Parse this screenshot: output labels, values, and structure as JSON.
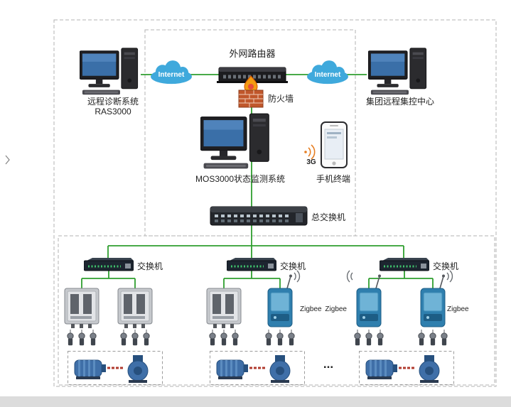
{
  "diagram": {
    "title": "外网路由器",
    "internet_left": "Internet",
    "internet_right": "Internet",
    "left_pc": {
      "line1": "远程诊断系统",
      "line2": "RAS3000"
    },
    "right_pc": {
      "label": "集团远程集控中心"
    },
    "firewall": {
      "label": "防火墙"
    },
    "mos": {
      "label": "MOS3000状态监测系统"
    },
    "signal_3g": {
      "label": "3G"
    },
    "phone": {
      "label": "手机终端"
    },
    "main_switch": {
      "label": "总交换机"
    },
    "switches": [
      {
        "label": "交换机"
      },
      {
        "label": "交换机"
      },
      {
        "label": "交换机"
      }
    ],
    "zigbee": [
      {
        "label": "Zigbee"
      },
      {
        "label": "Zigbee"
      },
      {
        "label": "Zigbee"
      }
    ],
    "ellipsis": "..."
  },
  "colors": {
    "line_green": "#2f9e2f",
    "cloud_blue": "#3fa9dc",
    "zigbee_blue": "#2f7fae",
    "brick_orange": "#c0572b",
    "flame_orange": "#f39c12",
    "machine_blue": "#3f6fa8",
    "coupling_red": "#b03a2e"
  }
}
